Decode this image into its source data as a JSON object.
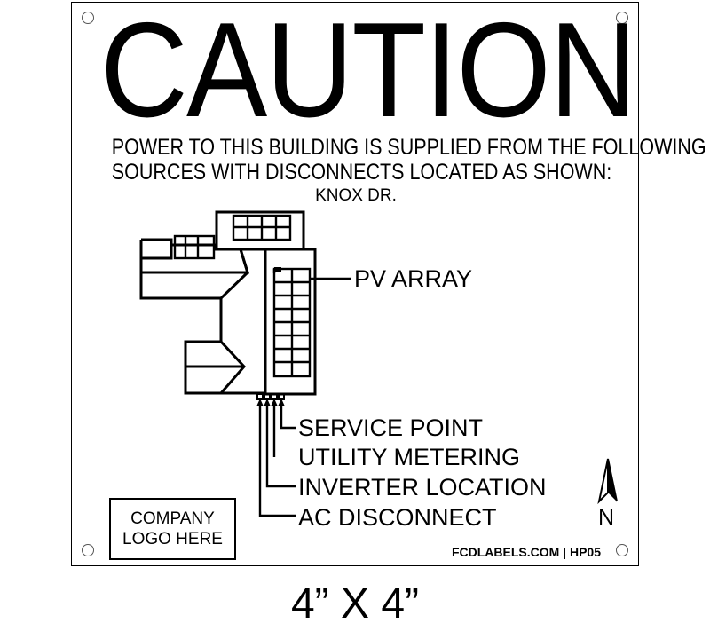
{
  "sign": {
    "heading": "CAUTION",
    "notice_line_1": "POWER TO THIS BUILDING IS SUPPLIED FROM THE FOLLOWING",
    "notice_line_2": "SOURCES WITH DISCONNECTS LOCATED AS SHOWN:",
    "street_name": "KNOX DR.",
    "callouts": {
      "pv_array": "PV ARRAY",
      "service_point": "SERVICE POINT",
      "utility_metering": "UTILITY METERING",
      "inverter_location": "INVERTER LOCATION",
      "ac_disconnect": "AC DISCONNECT"
    },
    "logo_placeholder_line_1": "COMPANY",
    "logo_placeholder_line_2": "LOGO HERE",
    "north_label": "N",
    "footer": "FCDLABELS.COM | HP05"
  },
  "size_label": "4” X 4”",
  "colors": {
    "ink": "#000000",
    "background": "#ffffff",
    "mounting_hole": "#555555"
  },
  "icons": [
    "mounting-hole-icon",
    "north-arrow-icon"
  ]
}
